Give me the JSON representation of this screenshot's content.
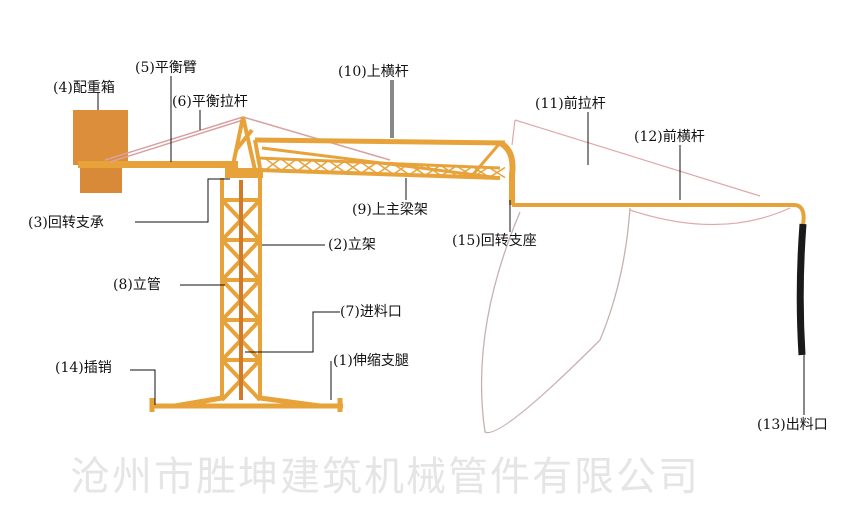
{
  "watermark": "沧州市胜坤建筑机械管件有限公司",
  "colors": {
    "machine": "#e8a23a",
    "counterweight": "#dc8e3a",
    "hose": "#1a1a1a",
    "rope": "#d9a0a0"
  },
  "labels": {
    "l1": "(1)伸缩支腿",
    "l2": "(2)立架",
    "l3": "(3)回转支承",
    "l4": "(4)配重箱",
    "l5": "(5)平衡臂",
    "l6": "(6)平衡拉杆",
    "l7": "(7)进料口",
    "l8": "(8)立管",
    "l9": "(9)上主梁架",
    "l10": "(10)上横杆",
    "l11": "(11)前拉杆",
    "l12": "(12)前横杆",
    "l13": "(13)出料口",
    "l14": "(14)插销",
    "l15": "(15)回转支座"
  }
}
